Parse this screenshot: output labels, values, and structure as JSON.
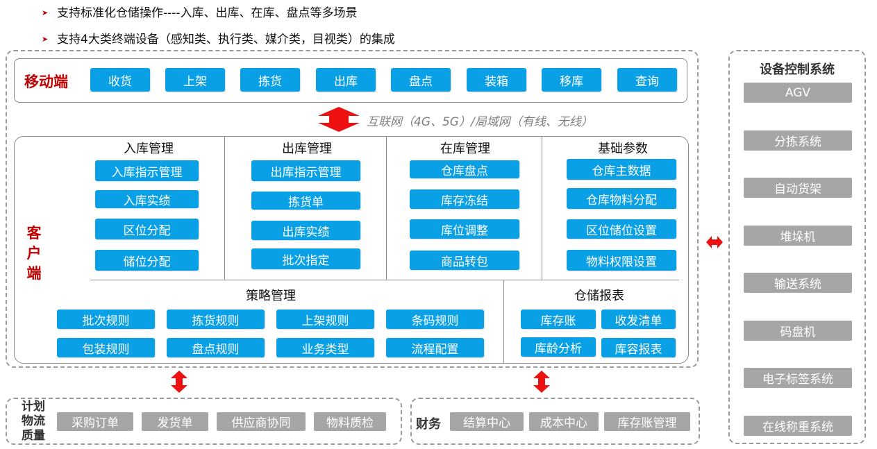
{
  "bullets": [
    "支持标准化仓储操作----入库、出库、在库、盘点等多场景",
    "支持4大类终端设备（感知类、执行类、媒介类，目视类）的集成"
  ],
  "mobile": {
    "title": "移动端",
    "buttons": [
      "收货",
      "上架",
      "拣货",
      "出库",
      "盘点",
      "装箱",
      "移库",
      "查询"
    ]
  },
  "network_label": "互联网（4G、5G）/局域网（有线、无线）",
  "client": {
    "title": "客户端",
    "sections": [
      {
        "title": "入库管理",
        "items": [
          "入库指示管理",
          "入库实绩",
          "区位分配",
          "储位分配"
        ]
      },
      {
        "title": "出库管理",
        "items": [
          "出库指示管理",
          "拣货单",
          "出库实绩",
          "批次指定"
        ]
      },
      {
        "title": "在库管理",
        "items": [
          "仓库盘点",
          "库存冻结",
          "库位调整",
          "商品转包"
        ]
      },
      {
        "title": "基础参数",
        "items": [
          "仓库主数据",
          "仓库物料分配",
          "区位储位设置",
          "物料权限设置"
        ]
      }
    ],
    "strategy": {
      "title": "策略管理",
      "items": [
        "批次规则",
        "拣货规则",
        "上架规则",
        "条码规则",
        "包装规则",
        "盘点规则",
        "业务类型",
        "流程配置"
      ]
    },
    "reports": {
      "title": "仓储报表",
      "items": [
        "库存账",
        "收发清单",
        "库龄分析",
        "库容报表"
      ]
    }
  },
  "equipment": {
    "title": "设备控制系统",
    "items": [
      "AGV",
      "分拣系统",
      "自动货架",
      "堆垛机",
      "输送系统",
      "码盘机",
      "电子标签系统",
      "在线称重系统"
    ]
  },
  "plan": {
    "title": "计划物流质量",
    "items": [
      "采购订单",
      "发货单",
      "供应商协同",
      "物料质检"
    ]
  },
  "finance": {
    "title": "财务",
    "items": [
      "结算中心",
      "成本中心",
      "库存账管理"
    ]
  },
  "colors": {
    "accent_blue": "#0aa0e6",
    "accent_red": "#c00000",
    "arrow_red": "#ee1111",
    "grey_button": "#a6a6a6"
  }
}
